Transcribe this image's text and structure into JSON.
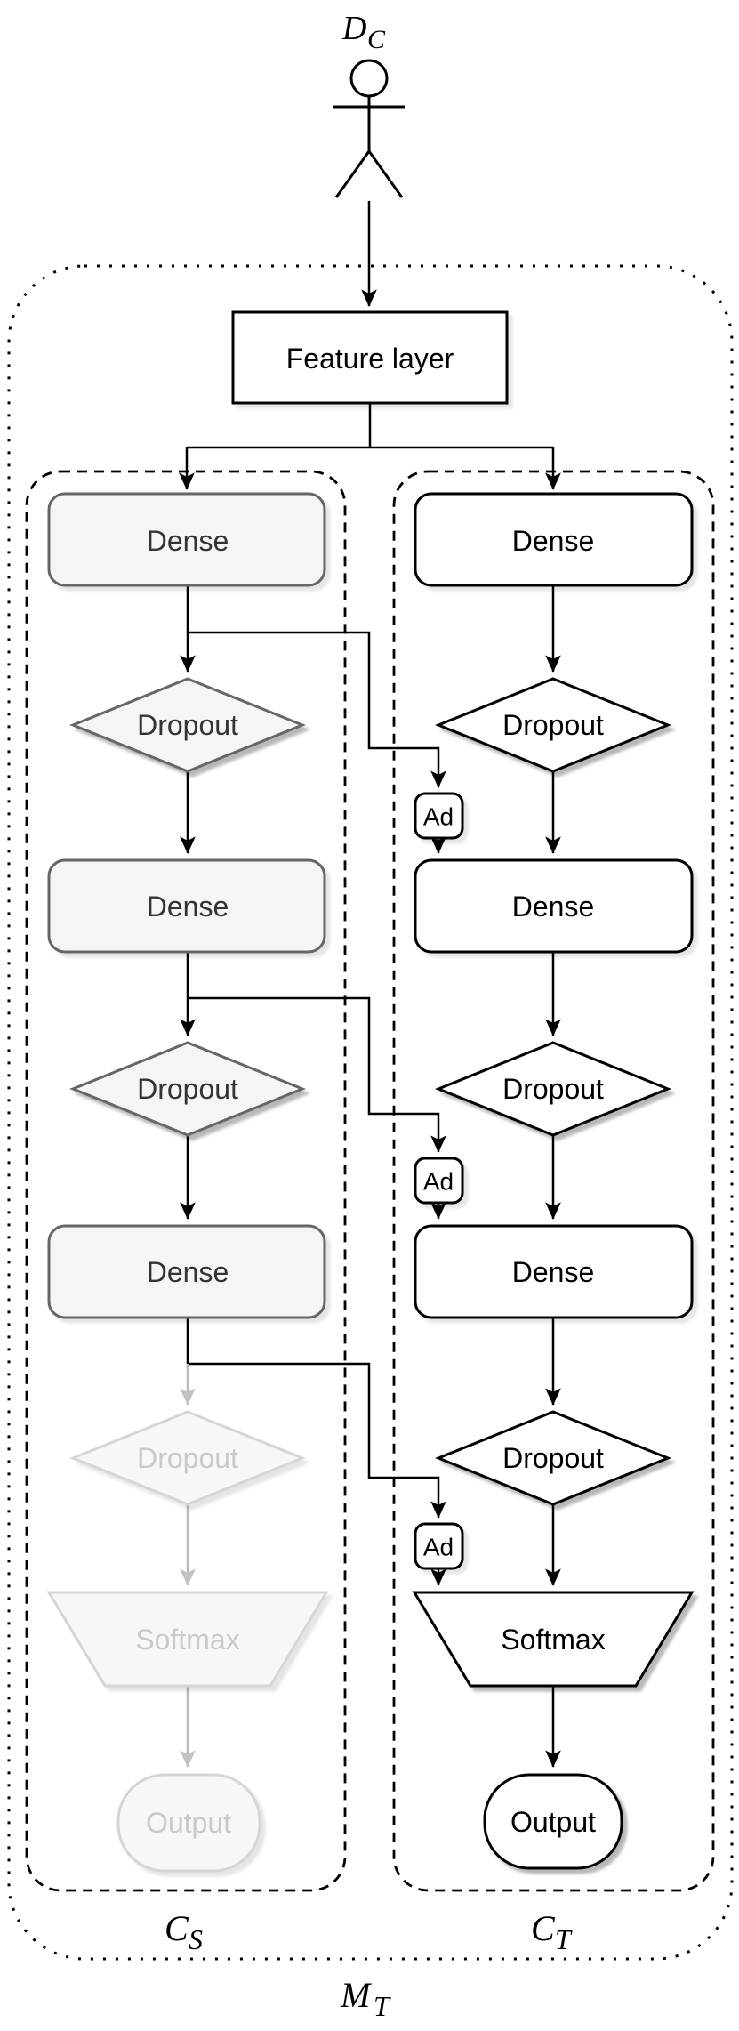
{
  "diagram": {
    "type": "flowchart",
    "description": "Transfer-learning classifier architecture: shared feature layer feeding a frozen source classifier column and an active target classifier column with adapter links"
  },
  "nodes": {
    "feature_layer": "Feature layer",
    "dense": "Dense",
    "dropout": "Dropout",
    "softmax": "Softmax",
    "output": "Output",
    "adapter": "Ad"
  },
  "labels": {
    "input": {
      "main": "D",
      "sub": "C"
    },
    "source_column": {
      "main": "C",
      "sub": "S"
    },
    "target_column": {
      "main": "C",
      "sub": "T"
    },
    "model": {
      "main": "M",
      "sub": "T"
    }
  },
  "colors": {
    "active_stroke": "#000000",
    "active_fill": "#ffffff",
    "frozen_stroke": "#666666",
    "frozen_fill": "#f5f5f5",
    "frozen_text": "#333333",
    "faded_stroke": "#d5d5d5",
    "faded_fill": "#f7f7f7",
    "faded_text": "#c9c9c9",
    "faded_edge": "#b9b9b9",
    "shadow": "#999999",
    "background": "#ffffff"
  }
}
